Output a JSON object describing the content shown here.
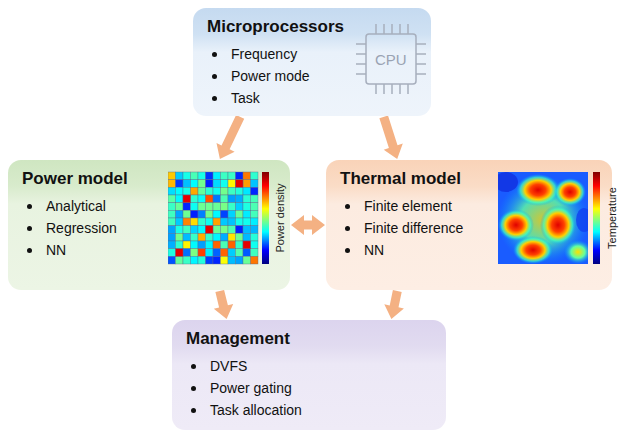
{
  "diagram": {
    "nodes": [
      {
        "text": [
          "Microprocessors",
          "Frequency",
          "Power mode",
          "Task"
        ]
      },
      {
        "text": [
          "Power model",
          "Analytical",
          "Regression",
          "NN"
        ]
      },
      {
        "text": [
          "Thermal model",
          "Finite element",
          "Finite difference",
          "NN"
        ]
      },
      {
        "text": [
          "Management",
          "DVFS",
          "Power gating",
          "Task allocation"
        ]
      }
    ],
    "edges": [
      {
        "from": 0,
        "to": 1,
        "arrow": "to"
      },
      {
        "from": 0,
        "to": 2,
        "arrow": "to"
      },
      {
        "from": 1,
        "to": 2,
        "arrow": "both"
      },
      {
        "from": 1,
        "to": 3,
        "arrow": "to"
      },
      {
        "from": 2,
        "to": 3,
        "arrow": "to"
      }
    ],
    "labels": [
      "CPU",
      "Power density",
      "Temperature"
    ]
  }
}
